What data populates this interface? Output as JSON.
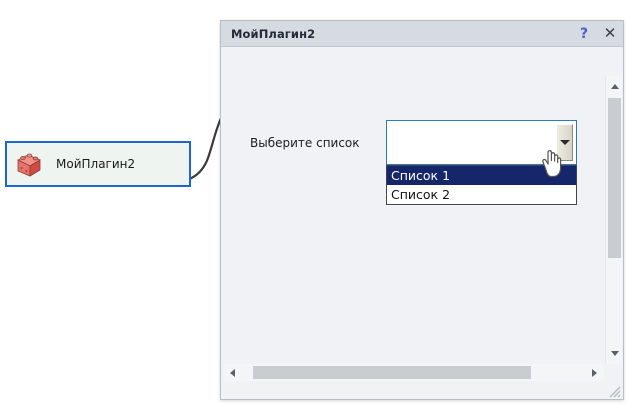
{
  "canvas": {
    "node": {
      "label": "МойПлагин2",
      "icon": "plugin-cube-icon",
      "border_color": "#1b64d4",
      "fill_color": "#eef5f1"
    },
    "connector": {
      "name": "node-to-dialog-connector",
      "color": "#3a3a3a"
    }
  },
  "dialog": {
    "title": "МойПлагин2",
    "titlebar": {
      "help_label": "?",
      "close_label": "✕",
      "background": "#d6dae1"
    },
    "form": {
      "combo_label": "Выберите список",
      "combo_value": "",
      "combo_placeholder": "",
      "combo_border_color": "#2e7ab8",
      "dropdown_open": true,
      "options": [
        {
          "label": "Список 1",
          "selected": true
        },
        {
          "label": "Список 2",
          "selected": false
        }
      ],
      "highlight_color": "#16266b"
    },
    "scrollbars": {
      "vertical": {
        "up_arrow": "▲",
        "down_arrow": "▼",
        "thumb_color": "#c9ccd1"
      },
      "horizontal": {
        "left_arrow": "◀",
        "right_arrow": "▶",
        "thumb_color": "#c9ccd1"
      }
    },
    "resize_grip": "resize-grip-icon"
  },
  "cursor": {
    "type": "pointing-hand-cursor"
  }
}
